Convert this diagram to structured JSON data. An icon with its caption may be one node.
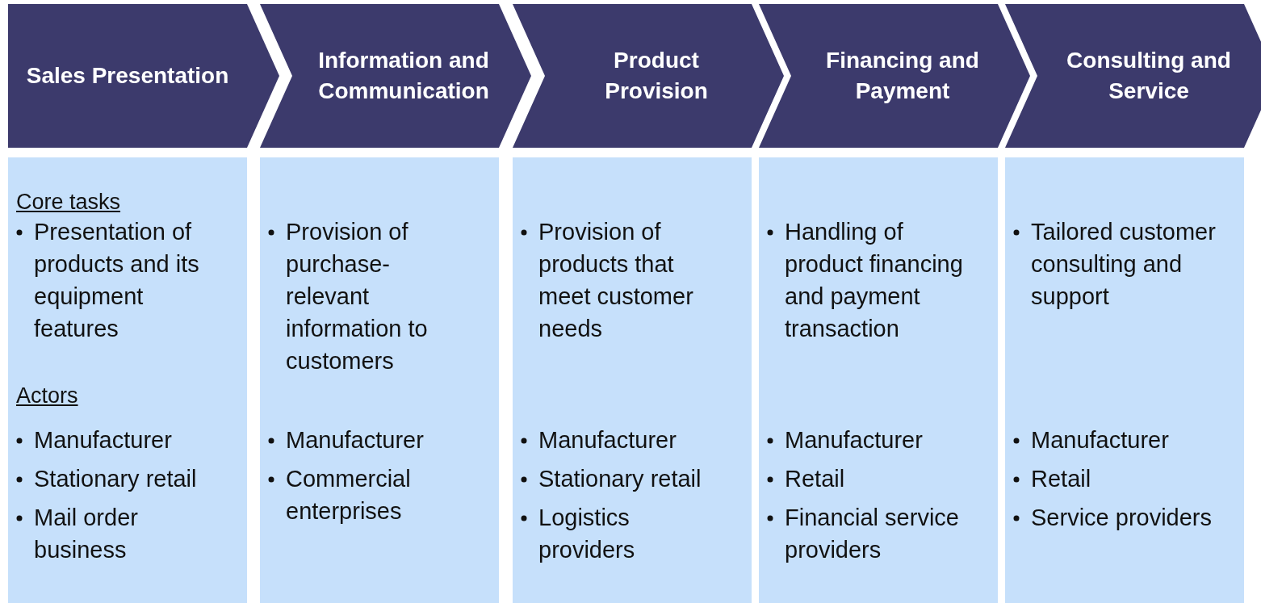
{
  "diagram": {
    "nodes": [
      {
        "text": [
          "Sales Presentation"
        ]
      },
      {
        "text": [
          "Information and Communication"
        ]
      },
      {
        "text": [
          "Product Provision"
        ]
      },
      {
        "text": [
          "Financing and Payment"
        ]
      },
      {
        "text": [
          "Consulting and Service"
        ]
      },
      {
        "text": [
          "Core tasks",
          "Presentation of products and its equipment features",
          "Actors",
          "Manufacturer",
          "Stationary retail",
          "Mail order business"
        ]
      },
      {
        "text": [
          "Provision of purchase-relevant information to customers",
          "Manufacturer",
          "Commercial enterprises"
        ]
      },
      {
        "text": [
          "Provision of products that meet customer needs",
          "Manufacturer",
          "Stationary retail",
          "Logistics providers"
        ]
      },
      {
        "text": [
          "Handling of product financing and payment transaction",
          "Manufacturer",
          "Retail",
          "Financial service providers"
        ]
      },
      {
        "text": [
          "Tailored customer consulting and support",
          "Manufacturer",
          "Retail",
          "Service providers"
        ]
      }
    ],
    "edges": []
  }
}
